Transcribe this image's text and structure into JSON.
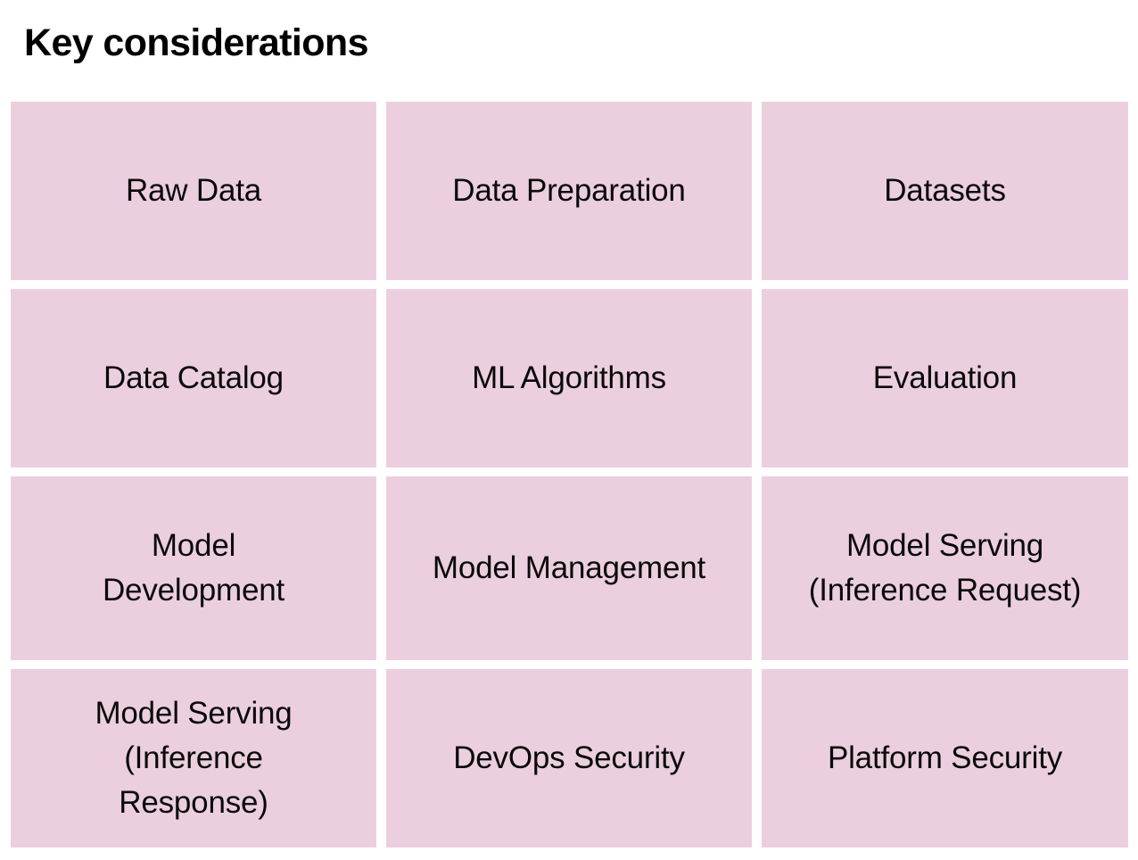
{
  "slide": {
    "title": "Key considerations",
    "background_color": "#ffffff",
    "title_color": "#000000",
    "cell_color": "#ebcfdf",
    "cell_text_color": "#0a0a0a"
  },
  "grid": {
    "columns": 3,
    "rows": 4,
    "cells": [
      {
        "id": "raw-data",
        "label": "Raw Data"
      },
      {
        "id": "data-preparation",
        "label": "Data Preparation"
      },
      {
        "id": "datasets",
        "label": "Datasets"
      },
      {
        "id": "data-catalog",
        "label": "Data Catalog"
      },
      {
        "id": "ml-algorithms",
        "label": "ML Algorithms"
      },
      {
        "id": "evaluation",
        "label": "Evaluation"
      },
      {
        "id": "model-development",
        "label": "Model\nDevelopment"
      },
      {
        "id": "model-management",
        "label": "Model Management"
      },
      {
        "id": "model-serving-inference-request",
        "label": "Model Serving\n(Inference Request)"
      },
      {
        "id": "model-serving-inference-response",
        "label": "Model Serving\n(Inference\nResponse)"
      },
      {
        "id": "devops-security",
        "label": "DevOps Security"
      },
      {
        "id": "platform-security",
        "label": "Platform Security"
      }
    ]
  }
}
